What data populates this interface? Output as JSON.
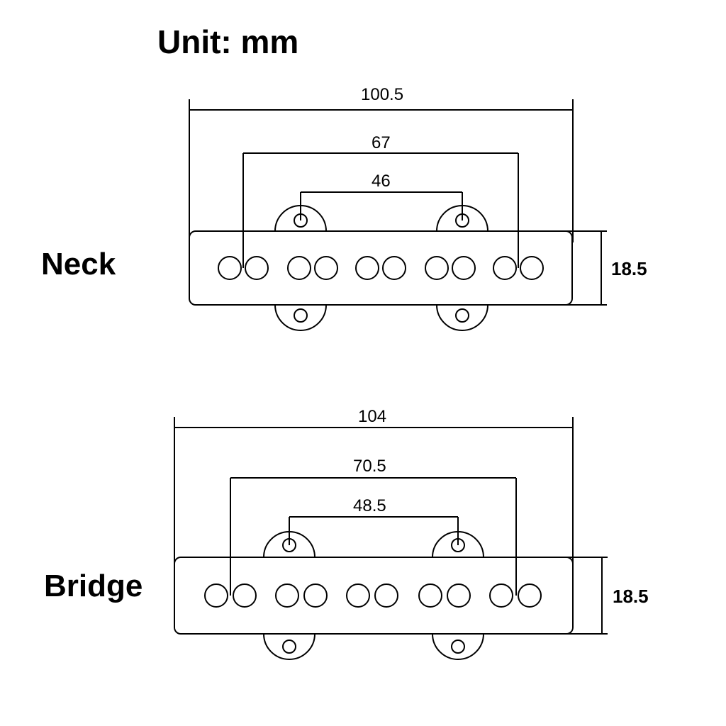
{
  "title": "Unit: mm",
  "colors": {
    "stroke": "#000000",
    "background": "#ffffff"
  },
  "pickups": [
    {
      "id": "neck",
      "label": "Neck",
      "overall_length": "100.5",
      "outer_spacing": "67",
      "mount_spacing": "46",
      "height": "18.5",
      "pole_count": 10
    },
    {
      "id": "bridge",
      "label": "Bridge",
      "overall_length": "104",
      "outer_spacing": "70.5",
      "mount_spacing": "48.5",
      "height": "18.5",
      "pole_count": 10
    }
  ]
}
